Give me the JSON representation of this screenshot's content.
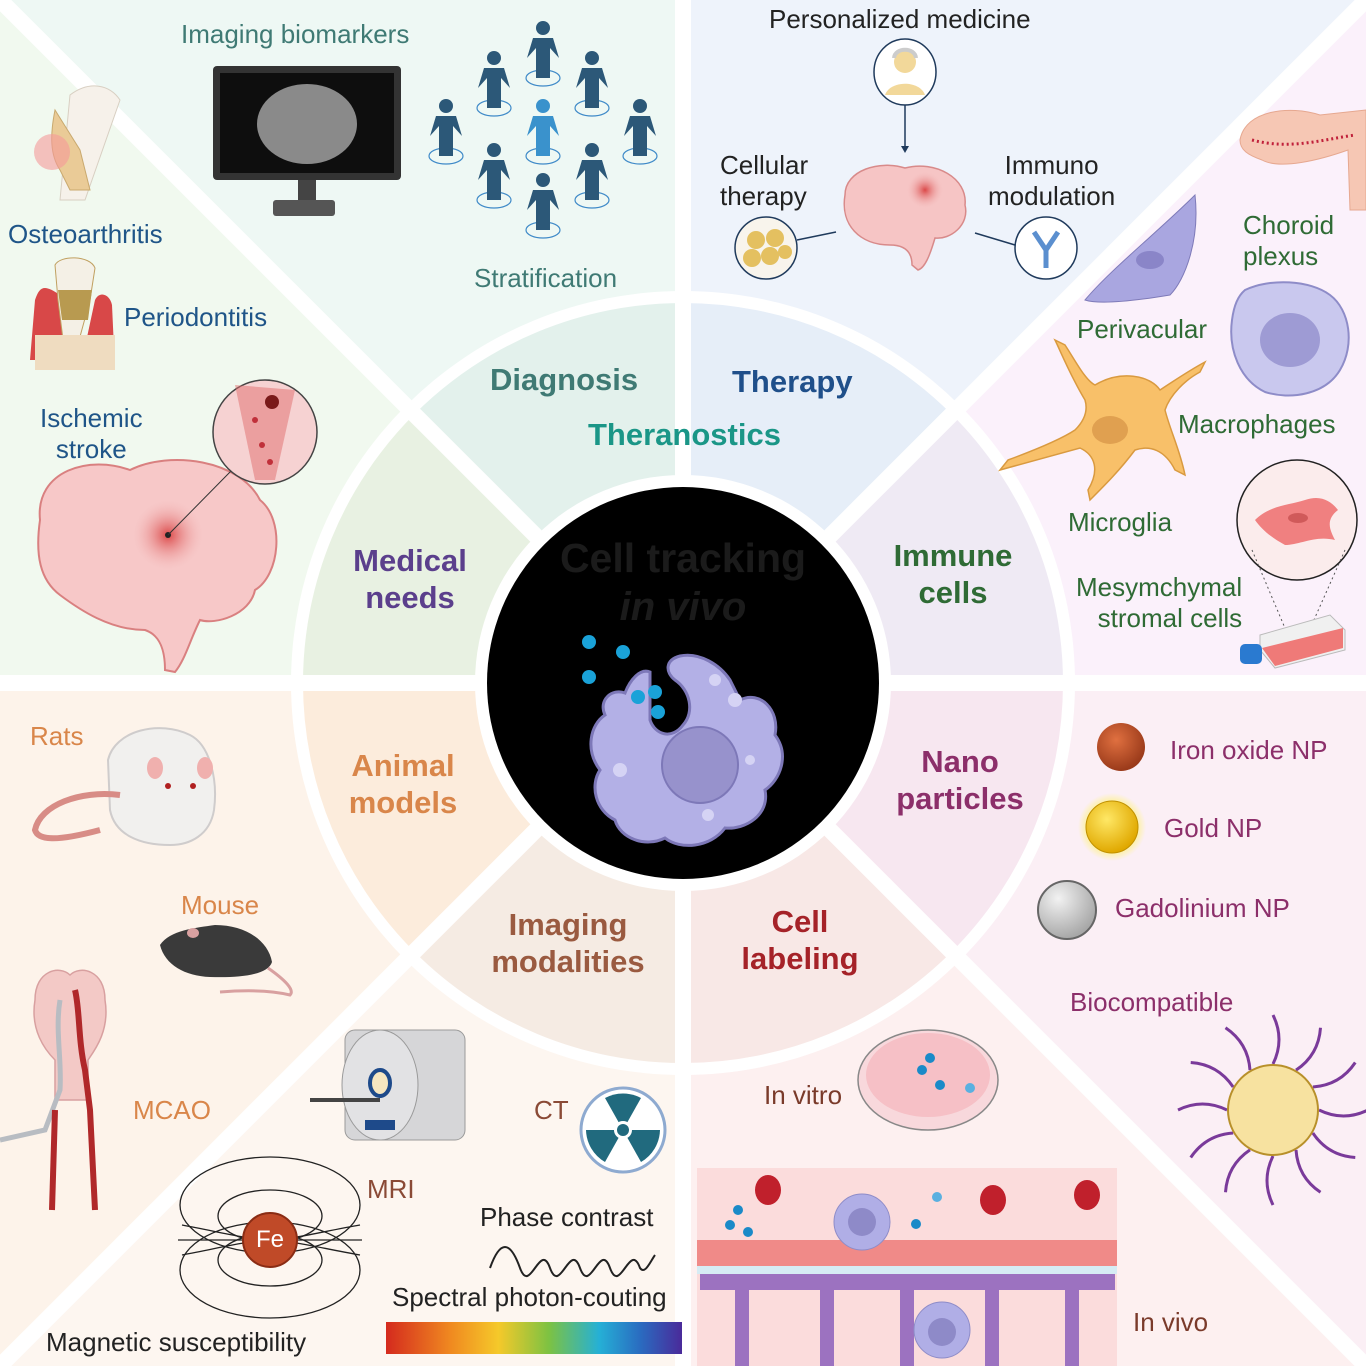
{
  "center": {
    "title_line1": "Cell tracking",
    "title_line2": "in vivo",
    "icon": "phagocytic-cell-with-nanoparticles"
  },
  "colors": {
    "diagnosis": "#3f7a74",
    "therapy": "#1f4f8a",
    "theranostics": "#1a9687",
    "medical_needs": "#5b3f8c",
    "immune_cells": "#2f6b35",
    "animal_models": "#d9864a",
    "nanoparticles": "#8c2f6a",
    "imaging_modalities": "#9a5a40",
    "cell_labeling": "#a52228",
    "outer_medical": "#1f5588",
    "outer_diagnosis": "#3f7a74",
    "outer_therapy": "#222222",
    "outer_immune": "#2f6b35",
    "outer_animal": "#d9864a",
    "outer_imaging": "#8a4a36",
    "outer_nano": "#8c2f6a",
    "outer_labeling": "#7a3a2a"
  },
  "ring": {
    "diagnosis": "Diagnosis",
    "therapy": "Therapy",
    "theranostics": "Theranostics",
    "medical_needs": [
      "Medical",
      "needs"
    ],
    "immune_cells": [
      "Immune",
      "cells"
    ],
    "animal_models": [
      "Animal",
      "models"
    ],
    "nanoparticles": [
      "Nano",
      "particles"
    ],
    "imaging_modalities": [
      "Imaging",
      "modalities"
    ],
    "cell_labeling": [
      "Cell",
      "labeling"
    ]
  },
  "medical_needs": {
    "items": [
      {
        "label": "Osteoarthritis",
        "icon": "knee-joint-icon"
      },
      {
        "label": "Periodontitis",
        "icon": "tooth-icon"
      },
      {
        "label": "Ischemic stroke",
        "lines": [
          "Ischemic",
          "stroke"
        ],
        "icon": "brain-stroke-icon"
      }
    ]
  },
  "diagnosis": {
    "items": [
      {
        "label": "Imaging biomarkers",
        "icon": "monitor-brain-scan-icon"
      },
      {
        "label": "Stratification",
        "icon": "patient-network-icon"
      }
    ]
  },
  "therapy": {
    "items": [
      {
        "label": "Personalized medicine",
        "icon": "patient-portrait-icon"
      },
      {
        "label": "Cellular therapy",
        "lines": [
          "Cellular",
          "therapy"
        ],
        "icon": "cell-cluster-icon"
      },
      {
        "label": "Immuno modulation",
        "lines": [
          "Immuno",
          "modulation"
        ],
        "icon": "antibody-icon"
      }
    ]
  },
  "immune_cells": {
    "items": [
      {
        "label": "Choroid plexus",
        "lines": [
          "Choroid",
          "plexus"
        ],
        "icon": "choroid-plexus-icon"
      },
      {
        "label": "Perivacular",
        "icon": "perivascular-cell-icon"
      },
      {
        "label": "Macrophages",
        "icon": "macrophage-icon"
      },
      {
        "label": "Microglia",
        "icon": "microglia-icon"
      },
      {
        "label": "Mesymchymal stromal cells",
        "lines": [
          "Mesymchymal",
          "stromal cells"
        ],
        "icon": "culture-flask-icon"
      }
    ]
  },
  "animal_models": {
    "items": [
      {
        "label": "Rats",
        "icon": "rat-icon"
      },
      {
        "label": "Mouse",
        "icon": "mouse-icon"
      },
      {
        "label": "MCAO",
        "icon": "rodent-brain-arteries-icon"
      }
    ]
  },
  "imaging_modalities": {
    "items": [
      {
        "label": "MRI",
        "icon": "mri-scanner-icon"
      },
      {
        "label": "CT",
        "icon": "radiation-icon"
      },
      {
        "label": "Magnetic susceptibility",
        "icon": "fe-magnetic-field-icon",
        "fe_label": "Fe"
      },
      {
        "label": "Phase contrast",
        "icon": "wave-icon"
      },
      {
        "label": "Spectral photon-couting",
        "icon": "spectrum-bar-icon"
      }
    ]
  },
  "nanoparticles": {
    "items": [
      {
        "label": "Iron oxide NP",
        "icon": "iron-oxide-sphere-icon",
        "color": "#c0502a"
      },
      {
        "label": "Gold NP",
        "icon": "gold-sphere-icon",
        "color": "#f2c20c"
      },
      {
        "label": "Gadolinium NP",
        "icon": "gadolinium-sphere-icon",
        "color": "#c9c9c9"
      },
      {
        "label": "Biocompatible",
        "icon": "coated-nanoparticle-icon"
      }
    ]
  },
  "cell_labeling": {
    "items": [
      {
        "label": "In vitro",
        "icon": "petri-dish-icon"
      },
      {
        "label": "In vivo",
        "icon": "blood-vessel-icon"
      }
    ]
  }
}
